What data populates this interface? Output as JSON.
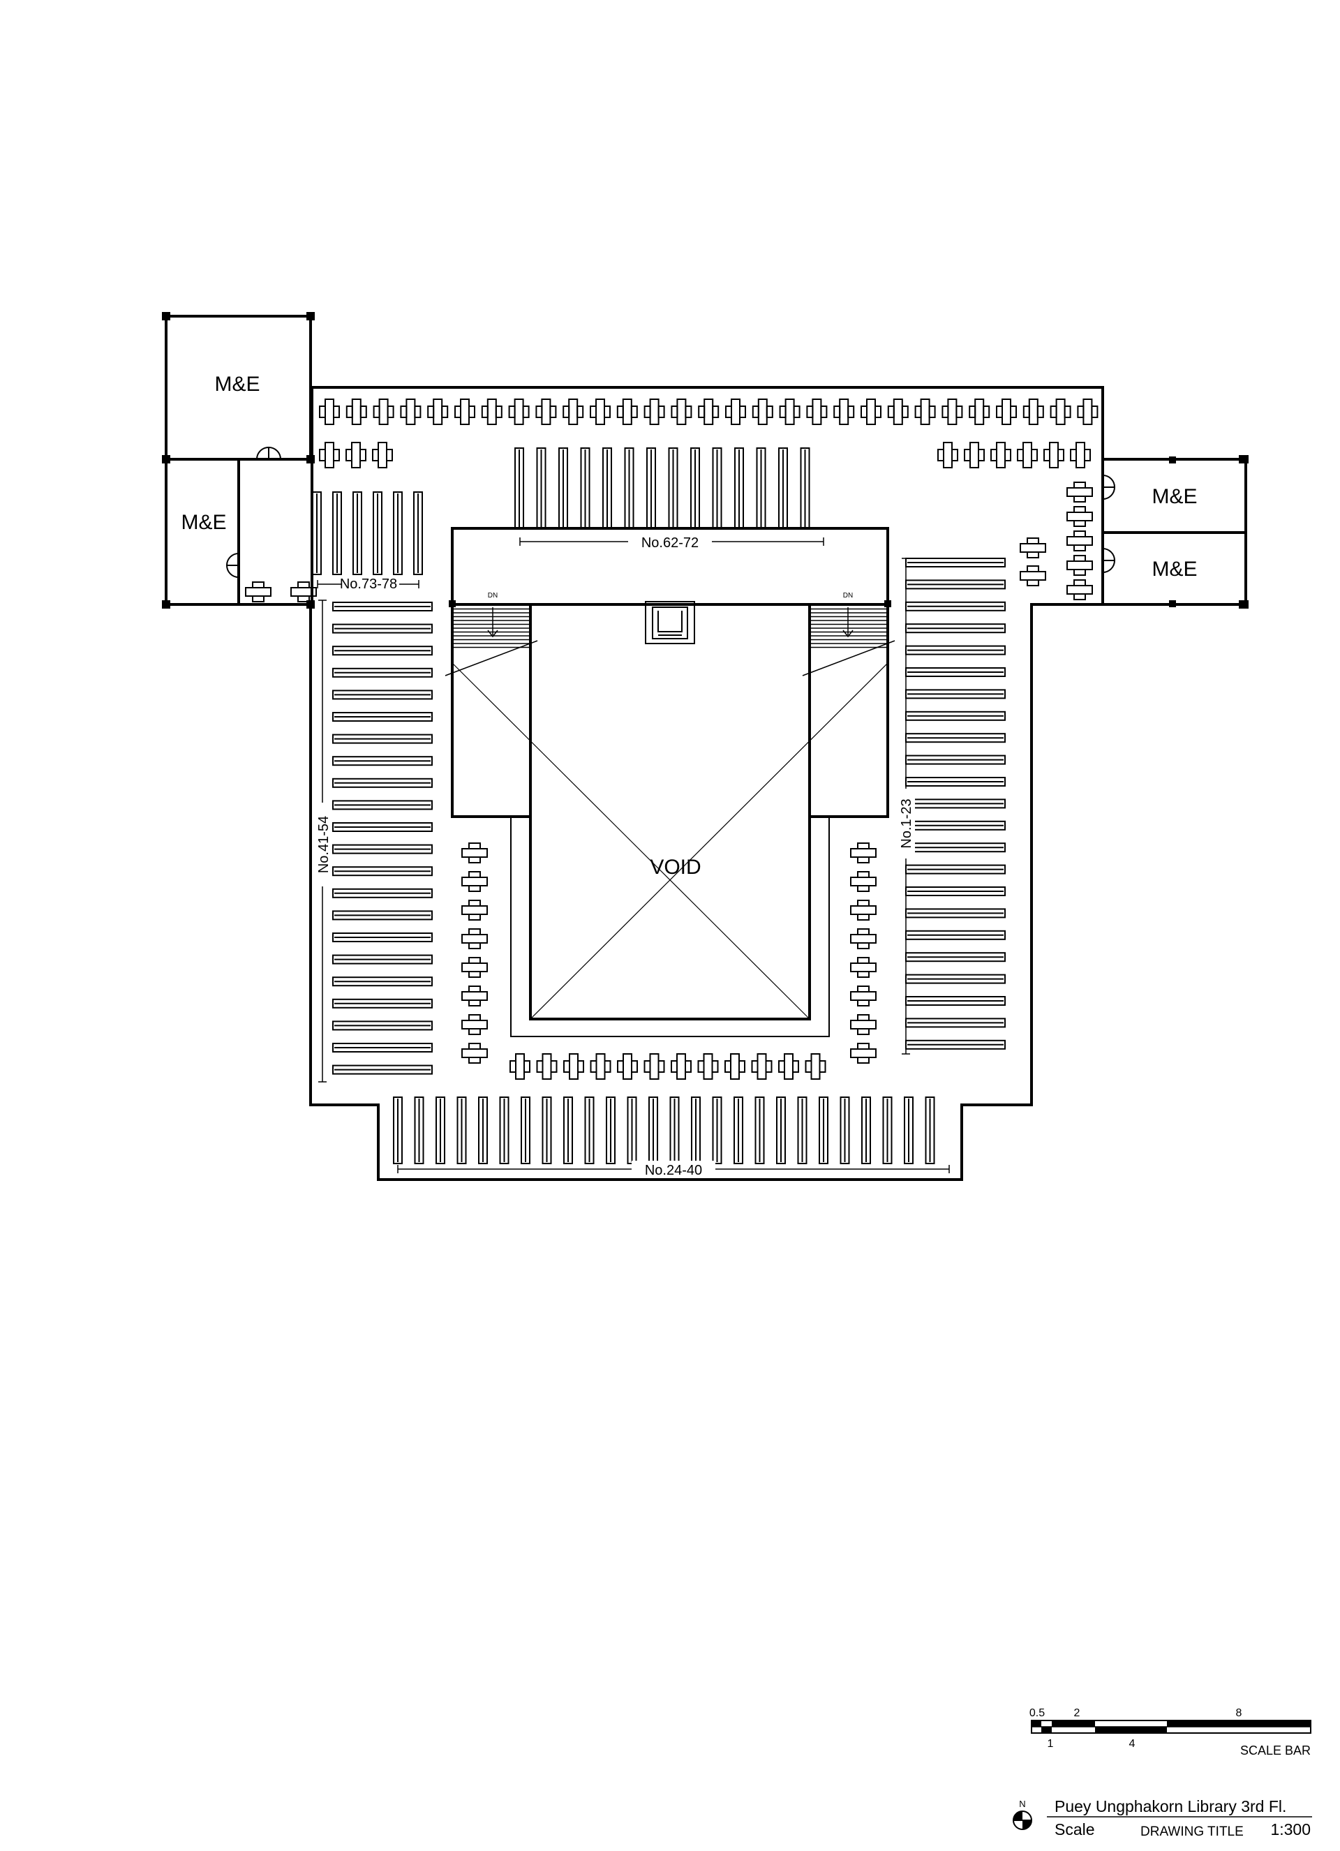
{
  "rooms": {
    "me_top_left": "M&E",
    "me_mid_left": "M&E",
    "me_right_upper": "M&E",
    "me_right_lower": "M&E",
    "void": "VOID"
  },
  "stairs": {
    "left_dn": "DN",
    "right_dn": "DN"
  },
  "stack_ranges": {
    "top": "No.62-72",
    "left_small": "No.73-78",
    "left": "No.41-54",
    "right": "No.1-23",
    "bottom": "No.24-40"
  },
  "scale_bar": {
    "top_ticks": [
      "0.5",
      "2",
      "8"
    ],
    "bottom_ticks": [
      "1",
      "4"
    ],
    "label": "SCALE BAR"
  },
  "title_block": {
    "north": "N",
    "drawing_name": "Puey Ungphakorn Library 3rd Fl.",
    "scale_label": "Scale",
    "title_label": "DRAWING TITLE",
    "scale_value": "1:300"
  }
}
